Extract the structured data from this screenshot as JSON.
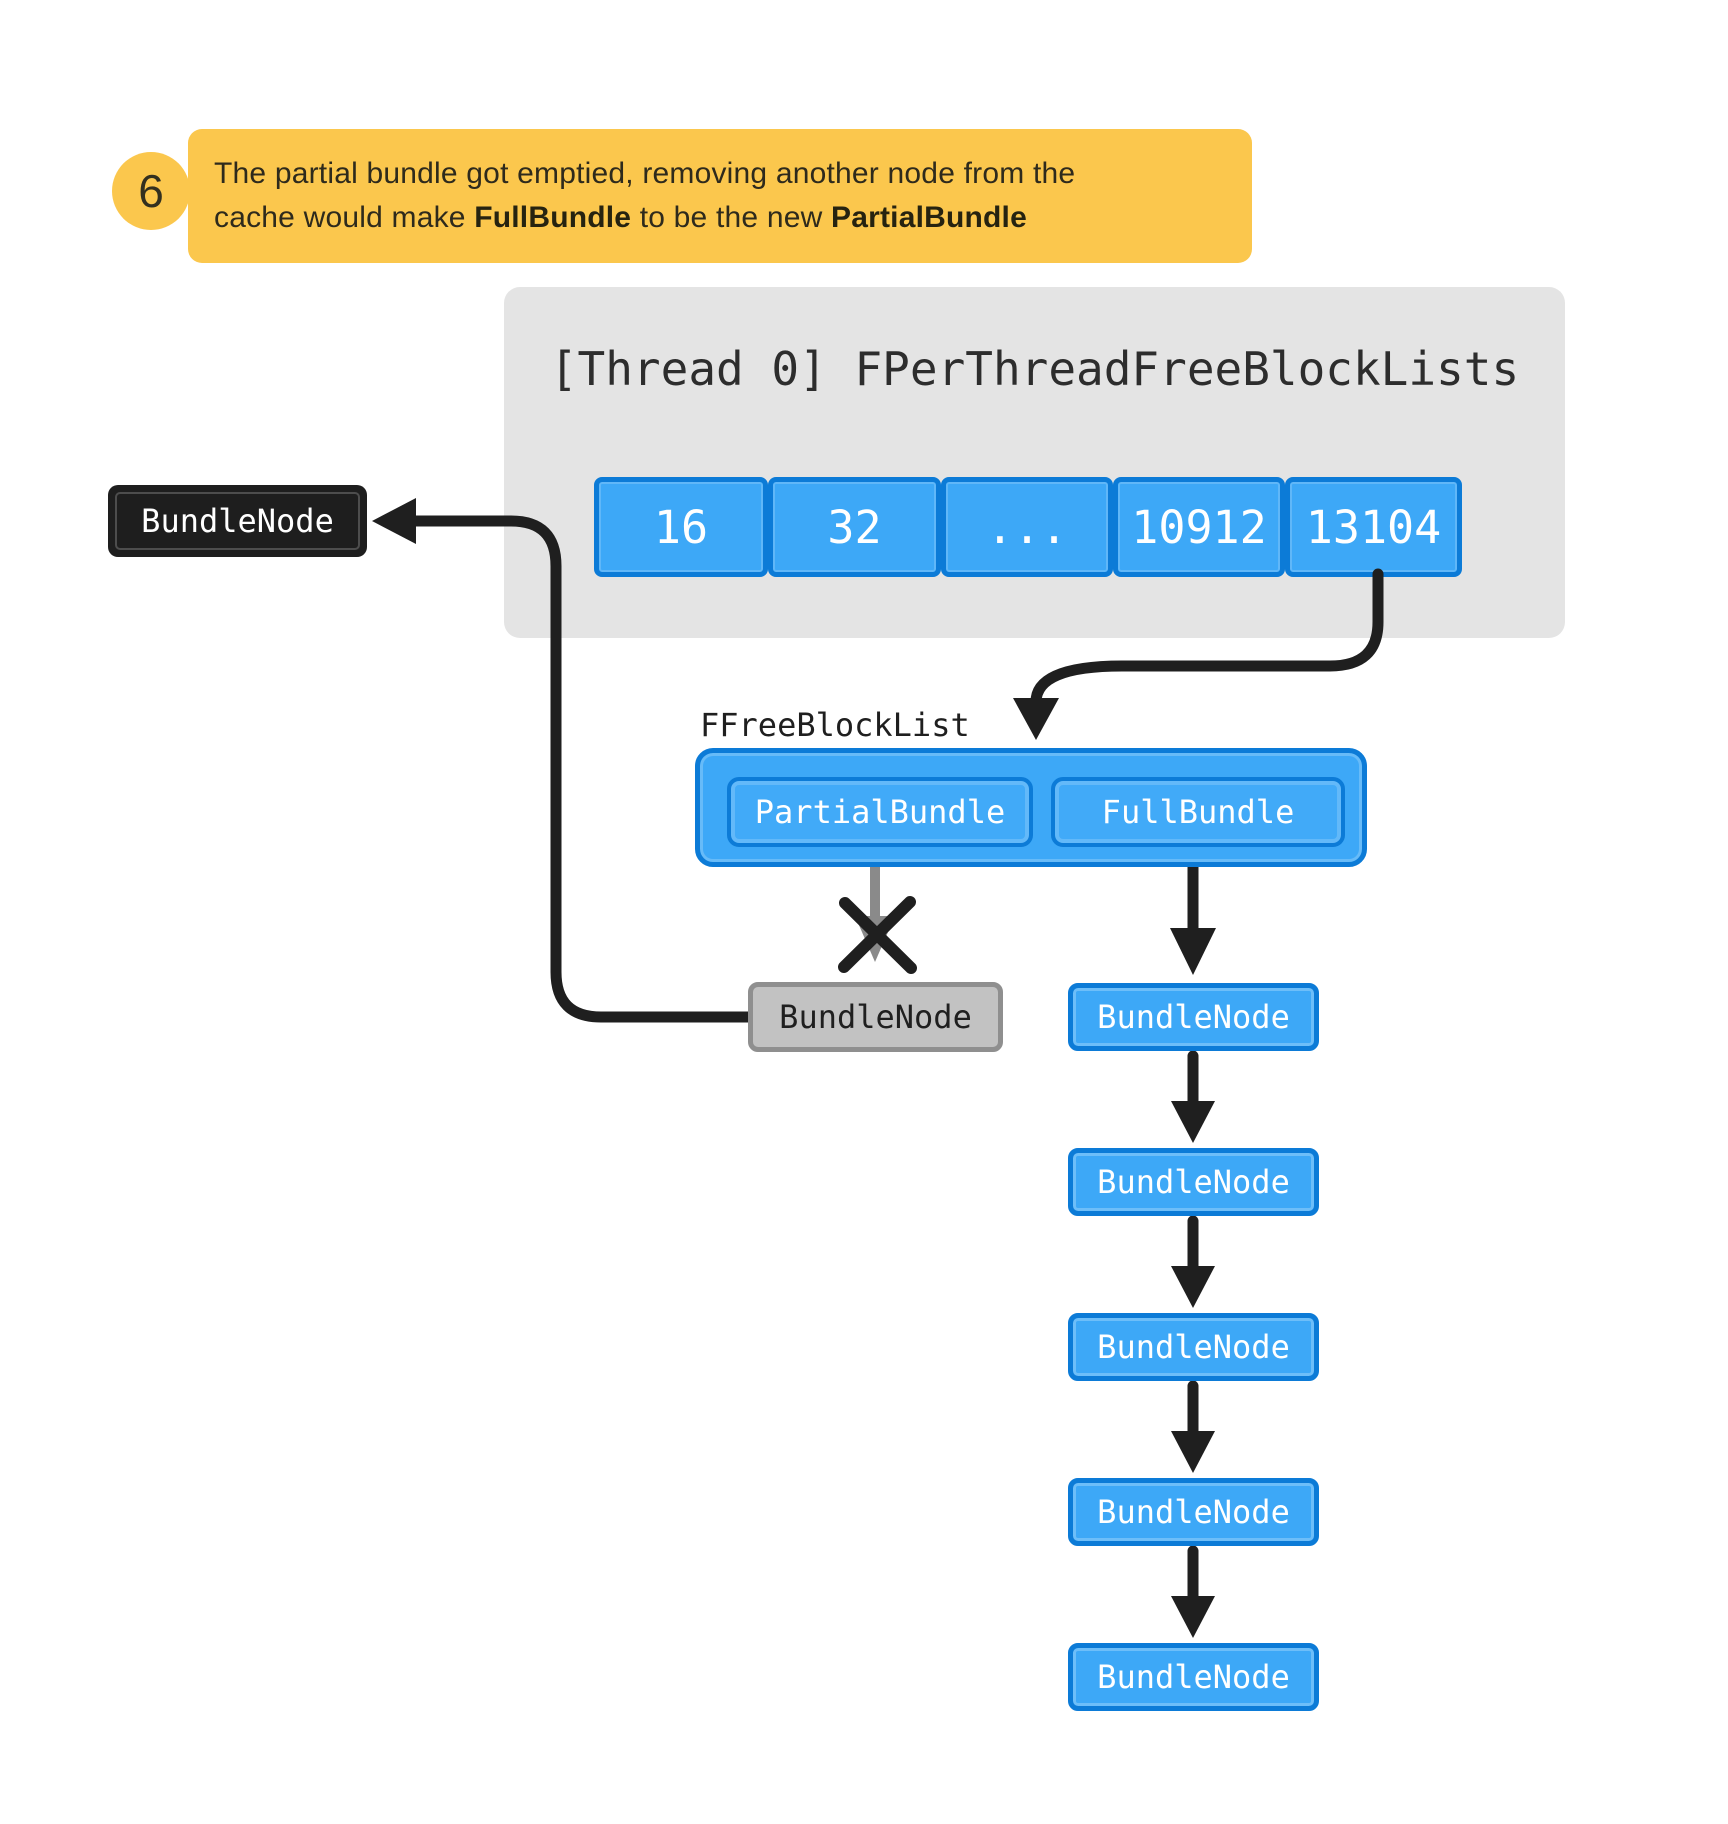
{
  "callout": {
    "step_number": "6",
    "line1": "The partial bundle got emptied, removing another node from the",
    "line2": {
      "pre": "cache would make ",
      "bold1": "FullBundle",
      "mid": " to be the new ",
      "bold2": "PartialBundle"
    }
  },
  "thread_panel": {
    "title": "[Thread 0] FPerThreadFreeBlockLists",
    "cells": [
      "16",
      "32",
      "...",
      "10912",
      "13104"
    ]
  },
  "left_node": {
    "label": "BundleNode"
  },
  "free_block_list": {
    "label": "FFreeBlockList",
    "partial_bundle": "PartialBundle",
    "full_bundle": "FullBundle"
  },
  "partial_chain": {
    "node_label": "BundleNode"
  },
  "full_chain": {
    "nodes": [
      "BundleNode",
      "BundleNode",
      "BundleNode",
      "BundleNode",
      "BundleNode"
    ]
  },
  "colors": {
    "callout_yellow": "#FBC74D",
    "panel_gray": "#E4E4E4",
    "blue_fill": "#3DA8F7",
    "blue_border": "#0C7BD7",
    "arrow_black": "#1F1F1F",
    "disabled_gray": "#8A8A8A"
  }
}
